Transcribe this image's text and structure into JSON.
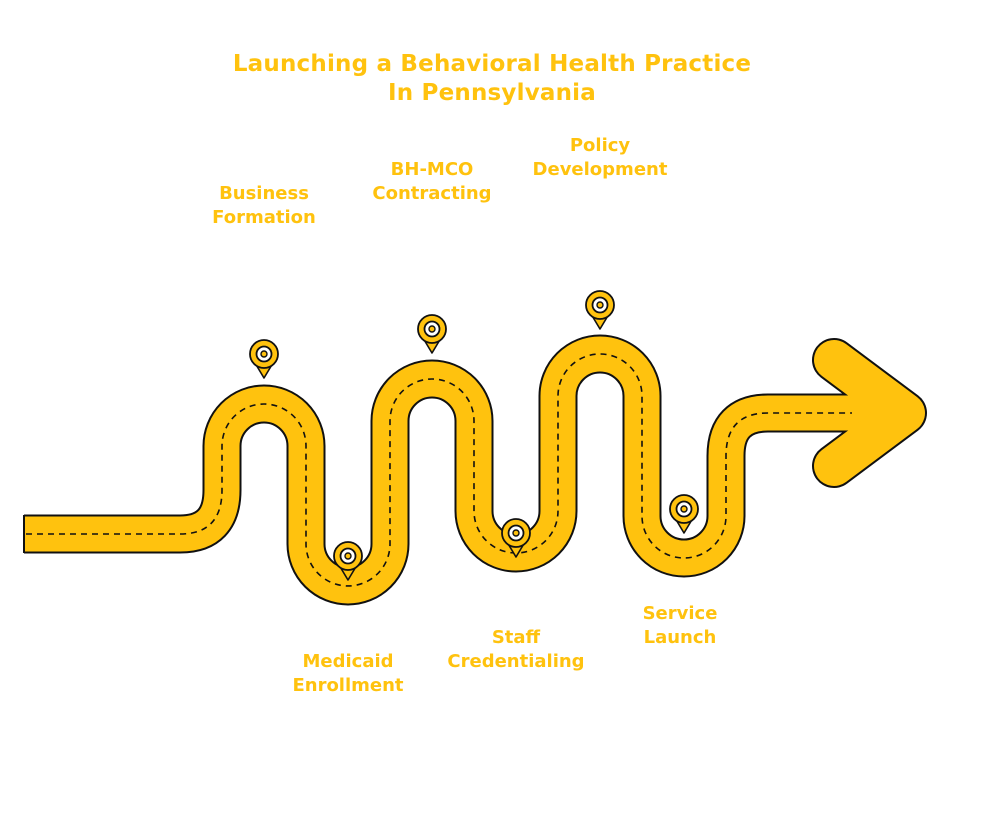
{
  "title": {
    "line1": "Launching a Behavioral Health Practice",
    "line2": "In Pennsylvania"
  },
  "colors": {
    "road_fill": "#FFC20E",
    "outline": "#111111",
    "text": "#FFC20E"
  },
  "steps": {
    "business_formation": {
      "line1": "Business",
      "line2": "Formation",
      "icon": "location-pin-icon"
    },
    "medicaid_enrollment": {
      "line1": "Medicaid",
      "line2": "Enrollment",
      "icon": "location-pin-icon"
    },
    "bh_mco_contracting": {
      "line1": "BH-MCO",
      "line2": "Contracting",
      "icon": "location-pin-icon"
    },
    "staff_credentialing": {
      "line1": "Staff",
      "line2": "Credentialing",
      "icon": "location-pin-icon"
    },
    "policy_development": {
      "line1": "Policy",
      "line2": "Development",
      "icon": "location-pin-icon"
    },
    "service_launch": {
      "line1": "Service",
      "line2": "Launch",
      "icon": "location-pin-icon"
    }
  },
  "end_icon": "arrow-right-icon"
}
